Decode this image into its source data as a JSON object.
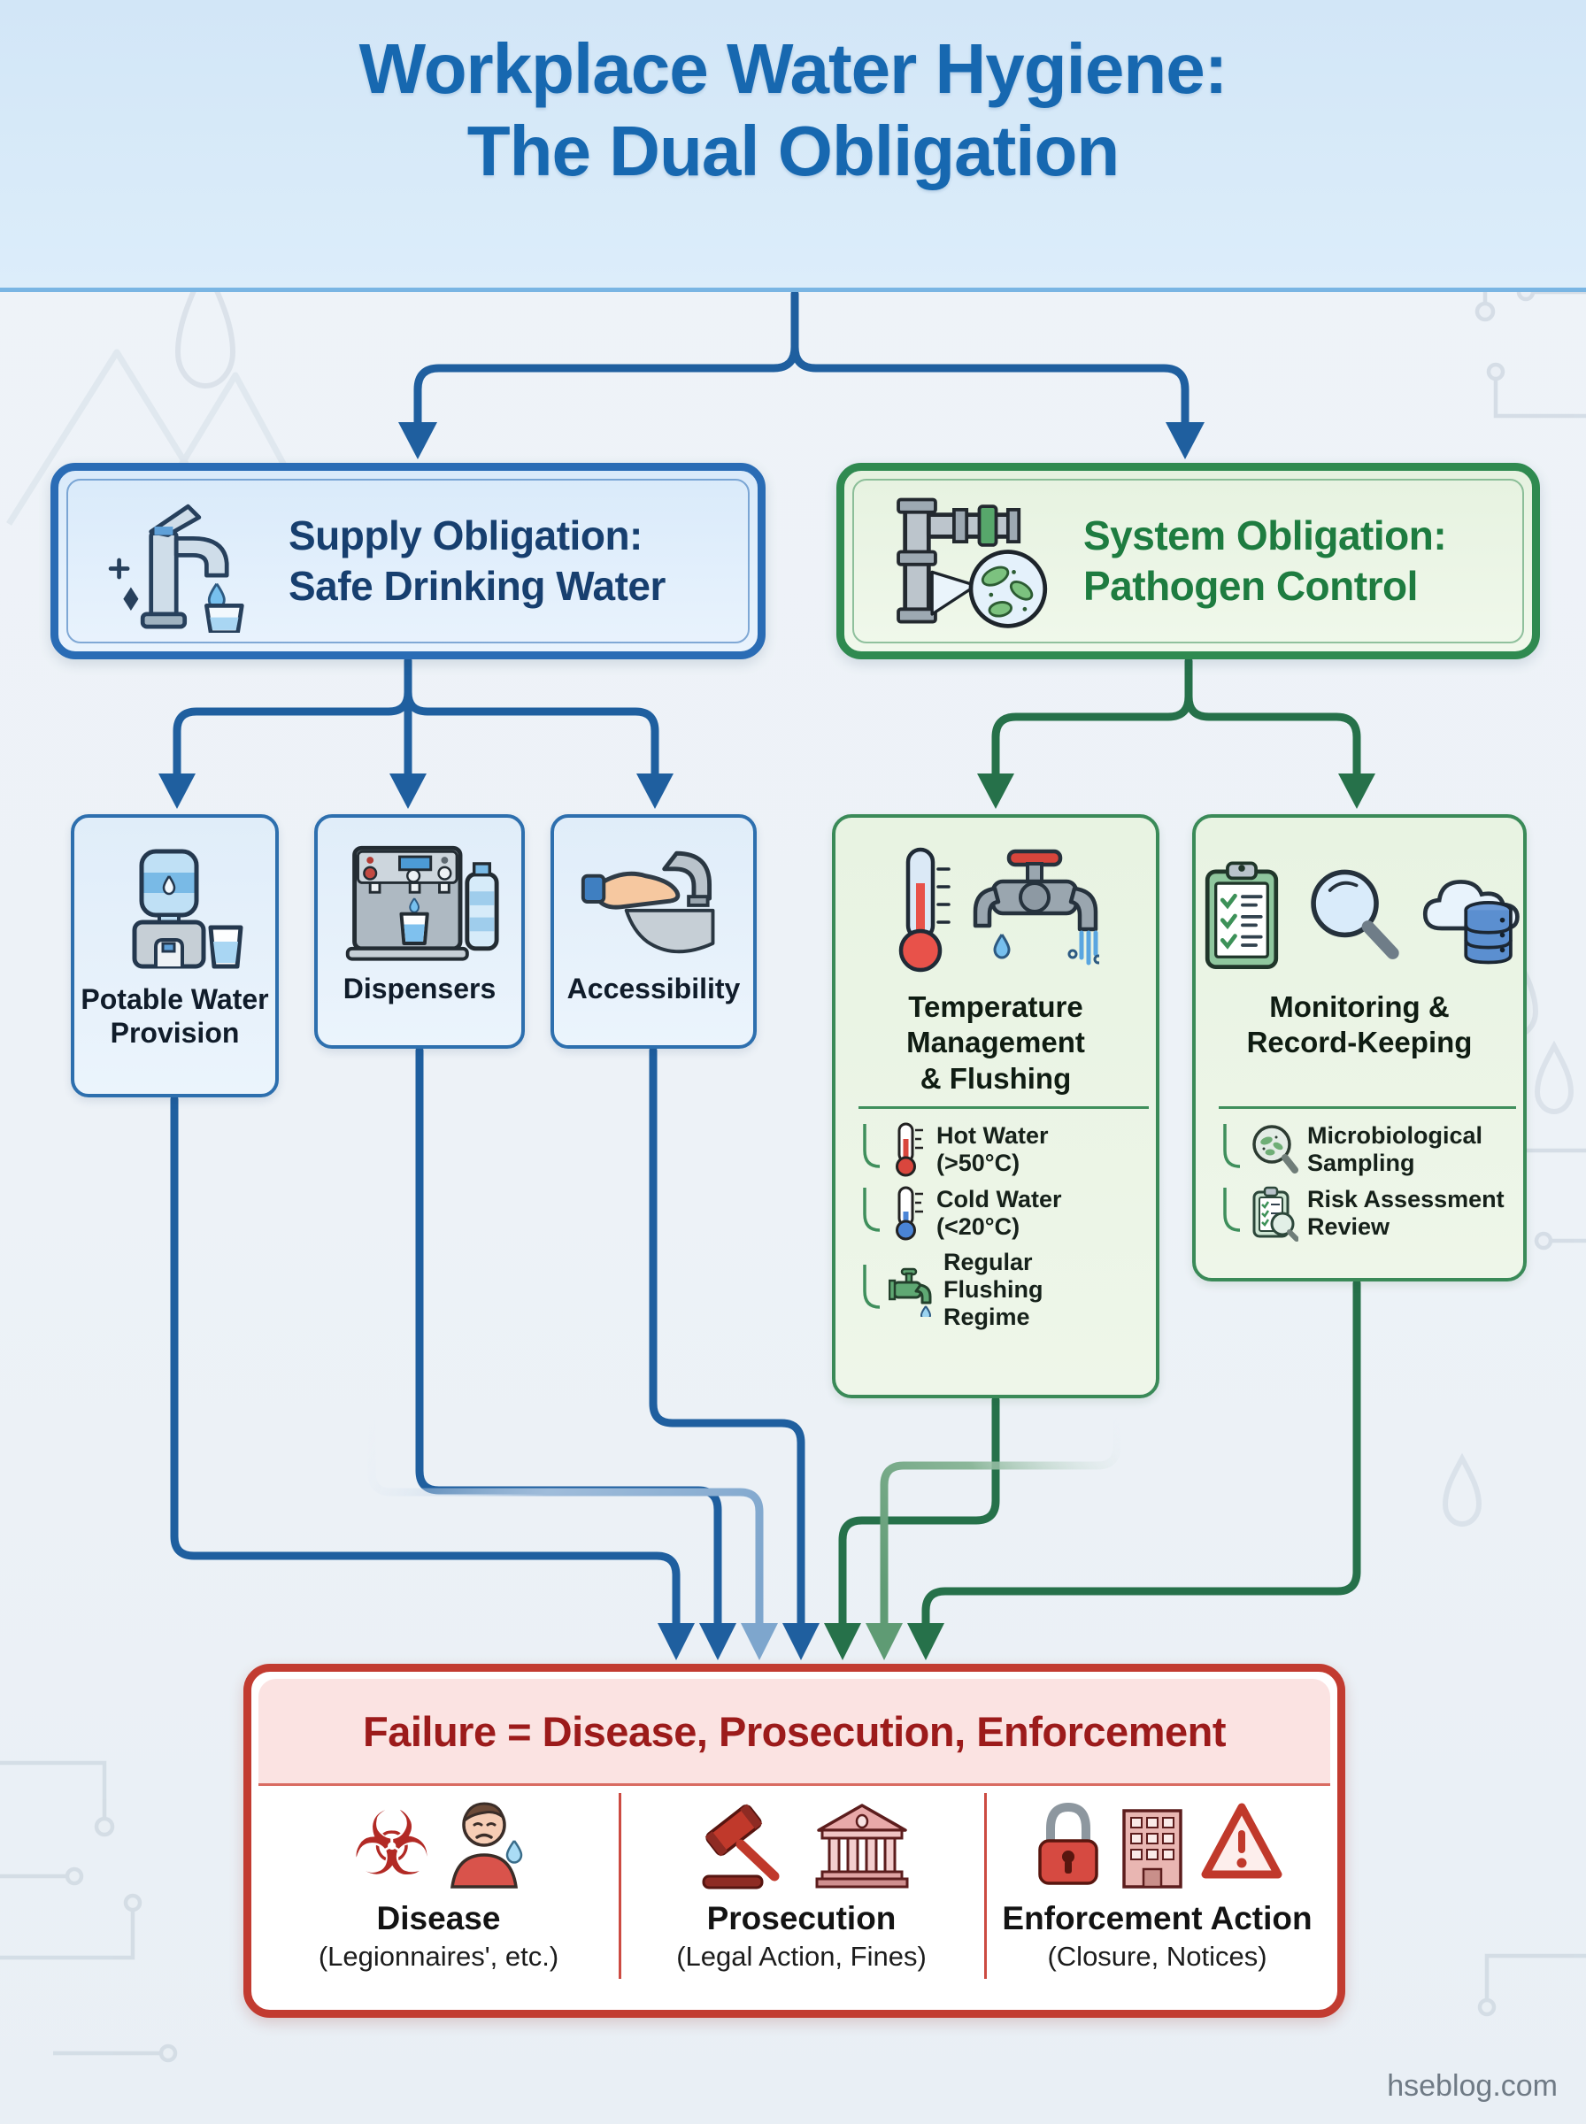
{
  "page": {
    "footer": "hseblog.com",
    "background": "#edf2f7"
  },
  "colors": {
    "title_blue": "#1768b0",
    "blue_accent": "#2a6cb5",
    "blue_line": "#1f5f9f",
    "green_accent": "#2f8a50",
    "green_line": "#26714a",
    "green_text": "#1e7c40",
    "red_accent": "#c23b30",
    "red_text": "#9c1b1b",
    "footer_gray": "#6f7a85"
  },
  "header": {
    "title_lines": [
      "Workplace Water Hygiene:",
      "The Dual Obligation"
    ]
  },
  "supply": {
    "title_lines": [
      "Supply Obligation:",
      "Safe Drinking Water"
    ],
    "icon": "faucet-dripping-into-glass"
  },
  "system": {
    "title_lines": [
      "System Obligation:",
      "Pathogen Control"
    ],
    "icon": "pipes-with-pathogen-lens"
  },
  "supply_items": [
    {
      "label": "Potable Water Provision",
      "icon": "water-cooler-bottle-and-glass"
    },
    {
      "label": "Dispensers",
      "icon": "water-dispenser-machine-and-bottle"
    },
    {
      "label": "Accessibility",
      "icon": "hand-under-faucet-sink"
    }
  ],
  "temperature": {
    "title_lines": [
      "Temperature",
      "Management",
      "& Flushing"
    ],
    "icons": [
      "thermometer-hot-large",
      "tap-red-handle-flowing"
    ],
    "items": [
      {
        "lines": [
          "Hot Water",
          "(>50°C)"
        ],
        "icon": "thermometer-hot-small"
      },
      {
        "lines": [
          "Cold Water",
          "(<20°C)"
        ],
        "icon": "thermometer-cold-small"
      },
      {
        "lines": [
          "Regular",
          "Flushing",
          "Regime"
        ],
        "icon": "green-tap-drop"
      }
    ]
  },
  "monitoring": {
    "title_lines": [
      "Monitoring &",
      "Record-Keeping"
    ],
    "icons": [
      "checklist-clipboard",
      "magnifier",
      "cloud-database"
    ],
    "items": [
      {
        "lines": [
          "Microbiological",
          "Sampling"
        ],
        "icon": "petri-dish-magnifier"
      },
      {
        "lines": [
          "Risk Assessment",
          "Review"
        ],
        "icon": "clipboard-magnifier"
      }
    ]
  },
  "failure": {
    "title": "Failure = Disease, Prosecution, Enforcement",
    "items": [
      {
        "title": "Disease",
        "subtitle": "(Legionnaires', etc.)",
        "icons": [
          "biohazard",
          "sick-person"
        ]
      },
      {
        "title": "Prosecution",
        "subtitle": "(Legal Action, Fines)",
        "icons": [
          "gavel",
          "courthouse"
        ]
      },
      {
        "title": "Enforcement Action",
        "subtitle": "(Closure, Notices)",
        "icons": [
          "padlock",
          "closed-building",
          "warning-triangle"
        ]
      }
    ]
  },
  "glyphs": {
    "biohazard": "☣"
  }
}
